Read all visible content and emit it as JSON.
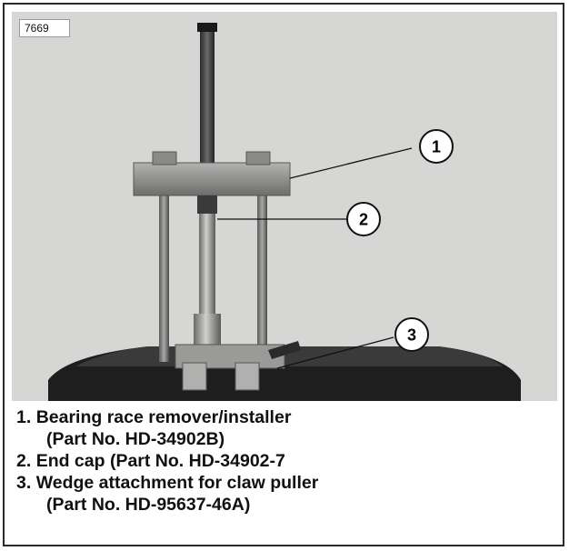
{
  "figure": {
    "id": "7669",
    "callouts": [
      "1",
      "2",
      "3"
    ]
  },
  "legend": [
    {
      "num": "1.",
      "name": "Bearing race remover/installer",
      "part": "(Part No. HD-34902B)"
    },
    {
      "num": "2.",
      "name": "End cap (Part No. HD-34902-7",
      "part": ""
    },
    {
      "num": "3.",
      "name": "Wedge attachment for claw puller",
      "part": "(Part No. HD-95637-46A)"
    }
  ]
}
